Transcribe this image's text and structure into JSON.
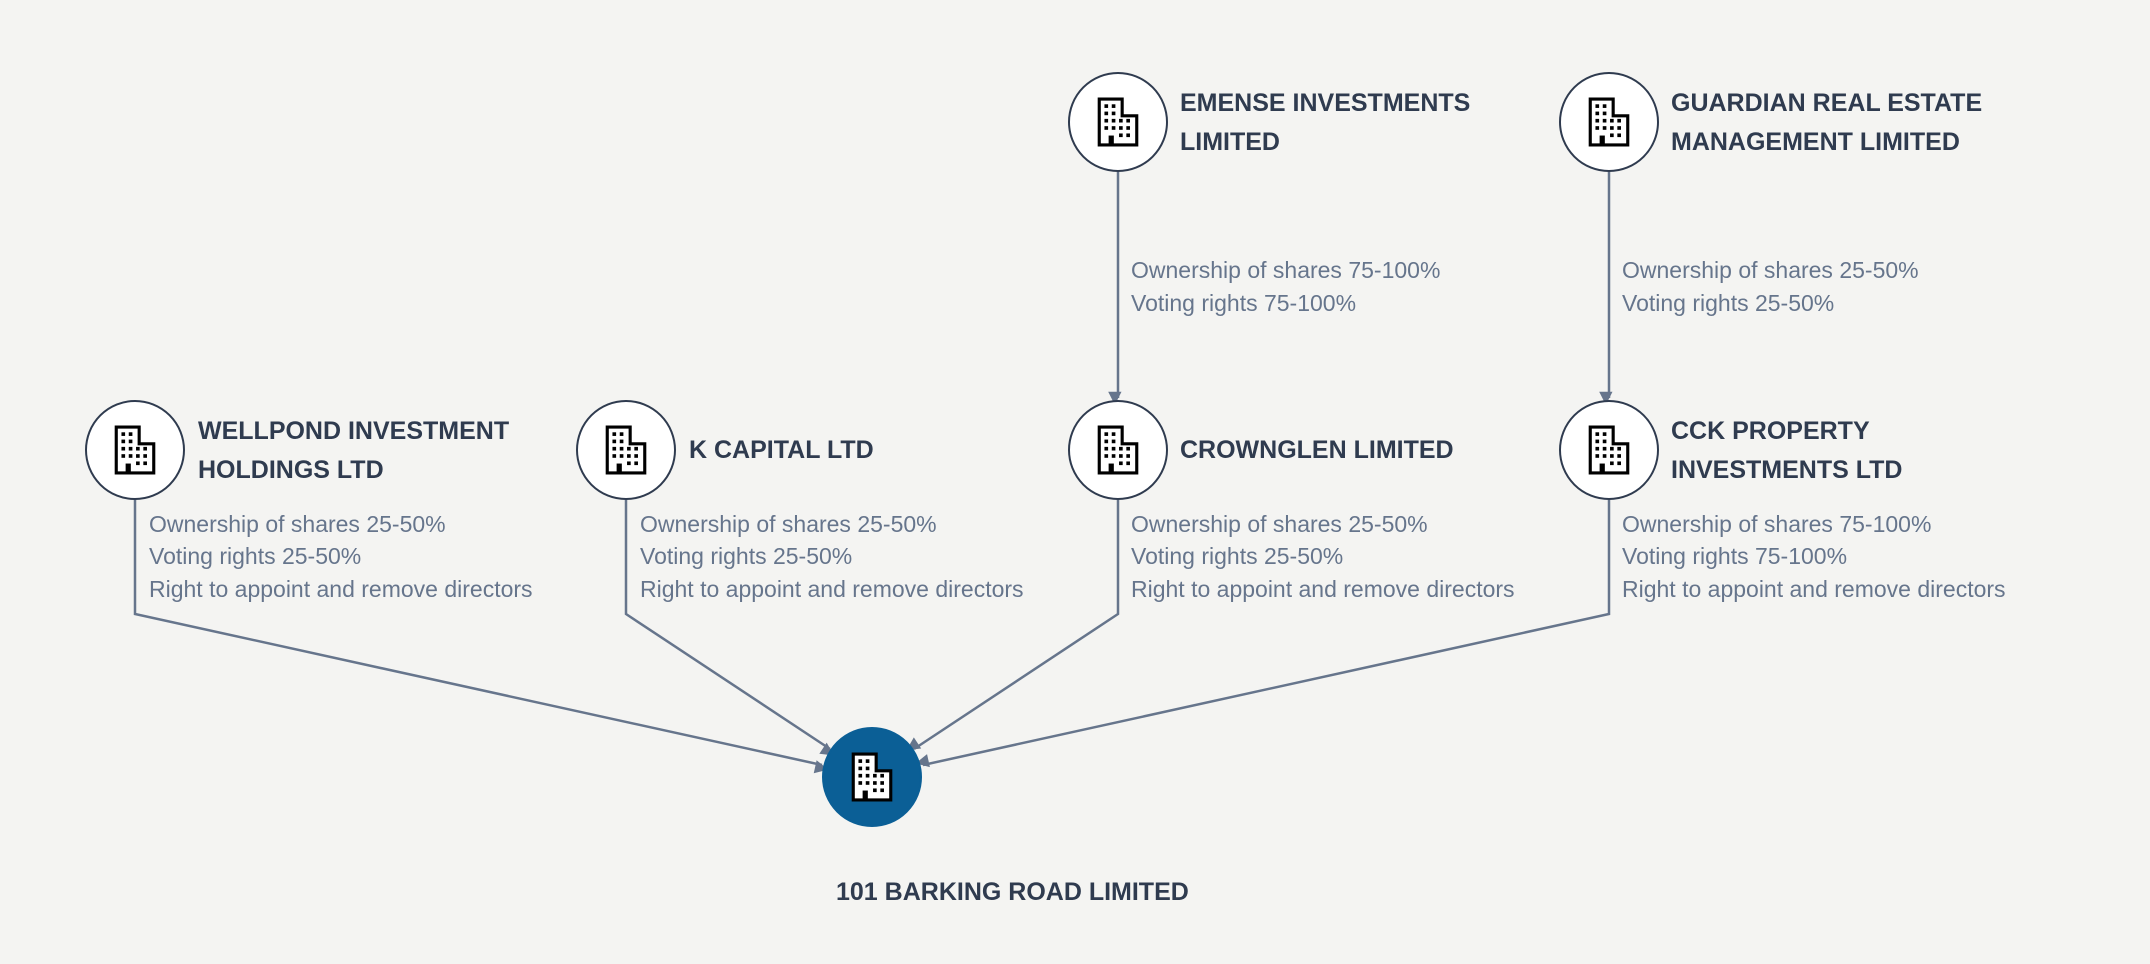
{
  "entities": {
    "emense": {
      "name_lines": [
        "EMENSE INVESTMENTS",
        "LIMITED"
      ],
      "icon": "building-icon"
    },
    "guardian": {
      "name_lines": [
        "GUARDIAN REAL ESTATE",
        "MANAGEMENT LIMITED"
      ],
      "icon": "building-icon"
    },
    "wellpond": {
      "name_lines": [
        "WELLPOND INVESTMENT",
        "HOLDINGS LTD"
      ],
      "icon": "building-icon"
    },
    "kcapital": {
      "name_lines": [
        "K CAPITAL LTD"
      ],
      "icon": "building-icon"
    },
    "crownglen": {
      "name_lines": [
        "CROWNGLEN LIMITED"
      ],
      "icon": "building-icon"
    },
    "cck": {
      "name_lines": [
        "CCK PROPERTY",
        "INVESTMENTS LTD"
      ],
      "icon": "building-icon"
    },
    "target": {
      "name_lines": [
        "101 BARKING ROAD LIMITED"
      ],
      "icon": "building-icon"
    }
  },
  "relationships": {
    "emense_to_crownglen": [
      "Ownership of shares 75-100%",
      "Voting rights 75-100%"
    ],
    "guardian_to_cck": [
      "Ownership of shares 25-50%",
      "Voting rights 25-50%"
    ],
    "wellpond_to_target": [
      "Ownership of shares 25-50%",
      "Voting rights 25-50%",
      "Right to appoint and remove directors"
    ],
    "kcapital_to_target": [
      "Ownership of shares 25-50%",
      "Voting rights 25-50%",
      "Right to appoint and remove directors"
    ],
    "crownglen_to_target": [
      "Ownership of shares 25-50%",
      "Voting rights 25-50%",
      "Right to appoint and remove directors"
    ],
    "cck_to_target": [
      "Ownership of shares 75-100%",
      "Voting rights 75-100%",
      "Right to appoint and remove directors"
    ]
  },
  "colors": {
    "background": "#f4f4f2",
    "edge": "#66758c",
    "name_text": "#2f3b4f",
    "label_text": "#66758c",
    "target_fill": "#0b5f96"
  }
}
